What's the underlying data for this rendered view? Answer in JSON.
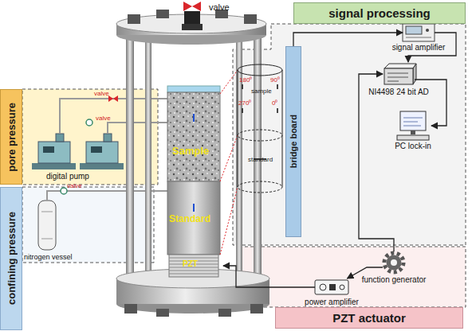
{
  "diagram": {
    "nodes": [
      {
        "text": [
          "pore pressure"
        ]
      },
      {
        "text": [
          "confining pressure"
        ]
      },
      {
        "text": [
          "signal processing"
        ]
      },
      {
        "text": [
          "signal amplifier"
        ]
      },
      {
        "text": [
          "NI4498 24 bit AD"
        ]
      },
      {
        "text": [
          "PC lock-in"
        ]
      },
      {
        "text": [
          "bridge board"
        ]
      },
      {
        "text": [
          "PZT actuator"
        ]
      },
      {
        "text": [
          "power amplifier"
        ]
      },
      {
        "text": [
          "function generator"
        ]
      }
    ],
    "edges": [
      {
        "from": 6,
        "to": 3,
        "arrow": "to"
      },
      {
        "from": 3,
        "to": 4,
        "arrow": "to"
      },
      {
        "from": 4,
        "to": 5,
        "arrow": "to"
      },
      {
        "from": 9,
        "to": 8,
        "arrow": "to"
      },
      {
        "from": 9,
        "to": 4,
        "arrow": "to"
      }
    ],
    "labels": [
      "valve",
      "valve",
      "valve",
      "valve",
      "Sample",
      "Standard",
      "PZT",
      "digital pump",
      "nitrogen vessel",
      "180⁰",
      "90⁰",
      "270⁰",
      "0⁰",
      "sample",
      "standard"
    ]
  }
}
